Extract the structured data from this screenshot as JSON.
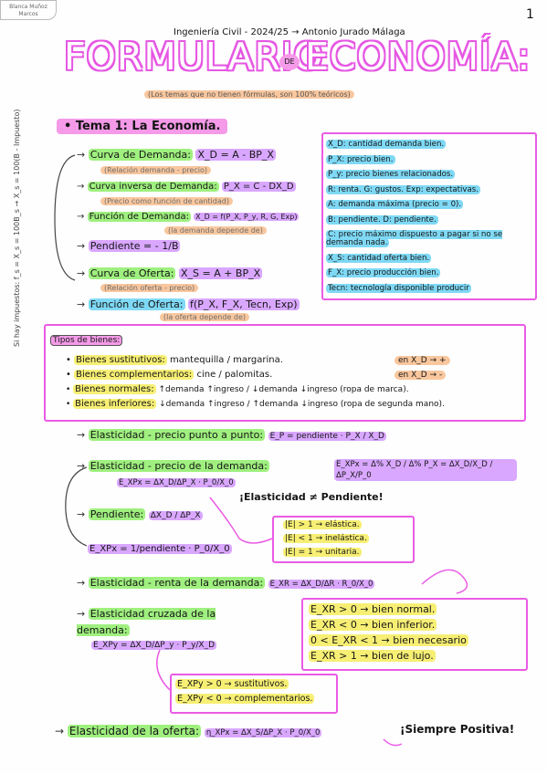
{
  "corner_tag": "Blanca Muñoz Marcos",
  "page_number": "1",
  "author_line": "Ingeniería Civil - 2024/25 → Antonio Jurado Málaga",
  "title_left": "FORMULARIO",
  "title_mid": "DE",
  "title_right": "ECONOMÍA:",
  "subtitle": "(Los temas que no tienen fórmulas, son 100% teóricos)",
  "side_note": "Si hay impuestos: f_s = X_s = 100B_s → X_s = 100(B - Impuesto)",
  "tema_label": "• Tema 1: La Economía.",
  "rows": {
    "curva_demanda": {
      "label": "Curva de Demanda:",
      "formula": "X_D = A - BP_X",
      "note": "(Relación demanda - precio)"
    },
    "curva_inversa": {
      "label": "Curva inversa de Demanda:",
      "formula": "P_X = C - DX_D",
      "note": "(Precio como función de cantidad)"
    },
    "funcion_demanda": {
      "label": "Función de Demanda:",
      "formula": "X_D = f(P_X, P_y, R, G, Exp)",
      "note": "(la demanda depende de)"
    },
    "pendiente1": {
      "label": "Pendiente = - 1/B"
    },
    "curva_oferta": {
      "label": "Curva de Oferta:",
      "formula": "X_S = A + BP_X",
      "note": "(Relación oferta - precio)"
    },
    "funcion_oferta": {
      "label": "Función de Oferta:",
      "formula": "f(P_X, F_X, Tecn, Exp)",
      "note": "(la oferta depende de)"
    }
  },
  "legend": [
    "X_D: cantidad demanda bien.",
    "P_X: precio bien.",
    "P_y: precio bienes relacionados.",
    "R: renta.   G: gustos.   Exp: expectativas.",
    "A: demanda máxima (precio = 0).",
    "B: pendiente.    D: pendiente.",
    "C: precio máximo dispuesto a pagar si no se demanda nada.",
    "X_S: cantidad oferta bien.",
    "F_X: precio producción bien.",
    "Tecn: tecnología disponible producir"
  ],
  "tipos": {
    "header": "Tipos de bienes:",
    "items": [
      {
        "name": "Bienes sustitutivos:",
        "desc": "mantequilla / margarina.",
        "tag": "en X_D → +"
      },
      {
        "name": "Bienes complementarios:",
        "desc": "cine / palomitas.",
        "tag": "en X_D → -"
      },
      {
        "name": "Bienes normales:",
        "desc": "↑demanda ↑ingreso / ↓demanda ↓ingreso (ropa de marca)."
      },
      {
        "name": "Bienes inferiores:",
        "desc": "↓demanda ↑ingreso / ↑demanda ↓ingreso (ropa de segunda mano)."
      }
    ]
  },
  "elasticidad": {
    "punto_label": "Elasticidad - precio punto a punto:",
    "punto_formula": "E_P = pendiente · P_X / X_D",
    "precio_label": "Elasticidad - precio de la demanda:",
    "precio_formula": "E_XPx = Δ% X_D / Δ% P_X = ΔX_D/X_D / ΔP_X/P_0",
    "sub_formula": "E_XPx = ΔX_D/ΔP_X · P_0/X_0",
    "warning": "¡Elasticidad ≠ Pendiente!",
    "pendiente_label": "Pendiente:",
    "pendiente_formula": "ΔX_D / ΔP_X",
    "e_formula": "E_XPx = 1/pendiente · P_0/X_0",
    "cases": [
      "|E| > 1 → elástica.",
      "|E| < 1 → inelástica.",
      "|E| = 1 → unitaria."
    ],
    "renta_label": "Elasticidad - renta de la demanda:",
    "renta_formula": "E_XR = ΔX_D/ΔR · R_0/X_0",
    "cruzada_label": "Elasticidad cruzada de la demanda:",
    "cruzada_formula": "E_XPy = ΔX_D/ΔP_y · P_y/X_D",
    "renta_cases": [
      "E_XR > 0 → bien normal.",
      "E_XR < 0 → bien inferior.",
      "0 < E_XR < 1 → bien necesario",
      "E_XR > 1 → bien de lujo."
    ],
    "cruzada_cases": [
      "E_XPy > 0 → sustitutivos.",
      "E_XPy < 0 → complementarios."
    ],
    "oferta_label": "Elasticidad de la oferta:",
    "oferta_formula": "η_XPx = ΔX_S/ΔP_X · P_0/X_0",
    "always": "¡Siempre Positiva!"
  }
}
